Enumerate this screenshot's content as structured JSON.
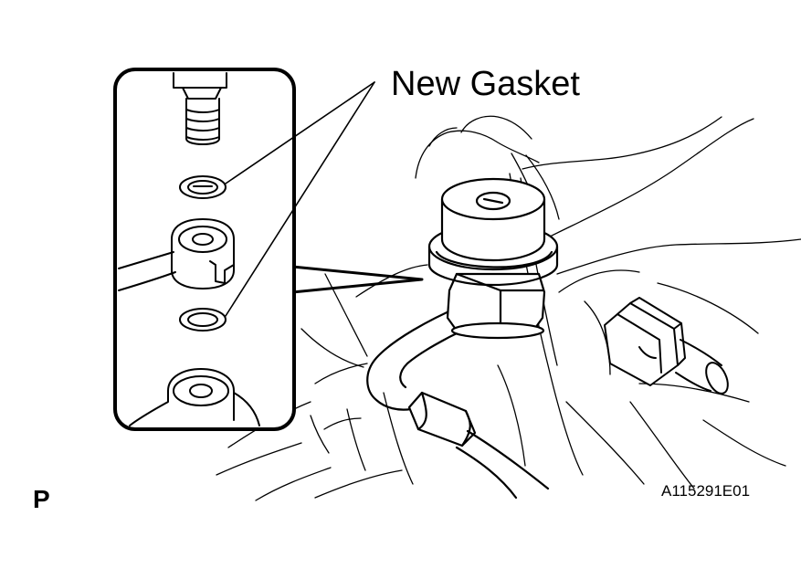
{
  "diagram": {
    "callout_label": "New Gasket",
    "view_letter": "P",
    "figure_id": "A115291E01"
  }
}
